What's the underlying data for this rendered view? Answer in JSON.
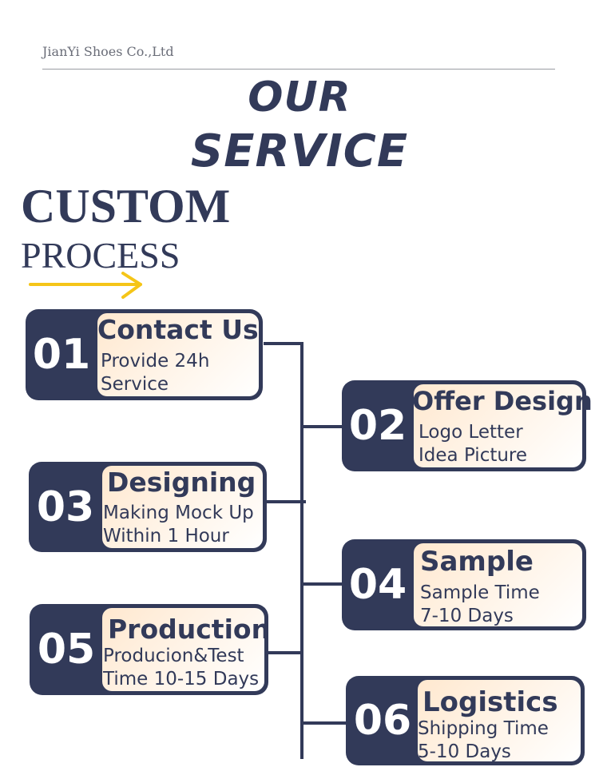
{
  "header": {
    "company": "JianYi Shoes Co.,Ltd",
    "hero_line1": "OUR",
    "hero_line2": "SERVICE",
    "custom": "CUSTOM",
    "process": "PROCESS"
  },
  "colors": {
    "navy": "#323a59",
    "accent_arrow": "#f5c518",
    "card_fill": "#ffe8cf"
  },
  "steps": [
    {
      "num": "01",
      "title": "Contact Us",
      "line1": "Provide 24h",
      "line2": "Service"
    },
    {
      "num": "02",
      "title": "Offer Design",
      "line1": "Logo Letter",
      "line2": "Idea Picture"
    },
    {
      "num": "03",
      "title": "Designing",
      "line1": "Making Mock Up",
      "line2": "Within 1 Hour"
    },
    {
      "num": "04",
      "title": "Sample",
      "line1": "Sample Time",
      "line2": "7-10 Days"
    },
    {
      "num": "05",
      "title": "Production",
      "line1": "Producion&Test",
      "line2": "Time 10-15 Days"
    },
    {
      "num": "06",
      "title": "Logistics",
      "line1": "Shipping Time",
      "line2": "5-10 Days"
    }
  ],
  "icons": {
    "arrow": "arrow-right-icon"
  }
}
